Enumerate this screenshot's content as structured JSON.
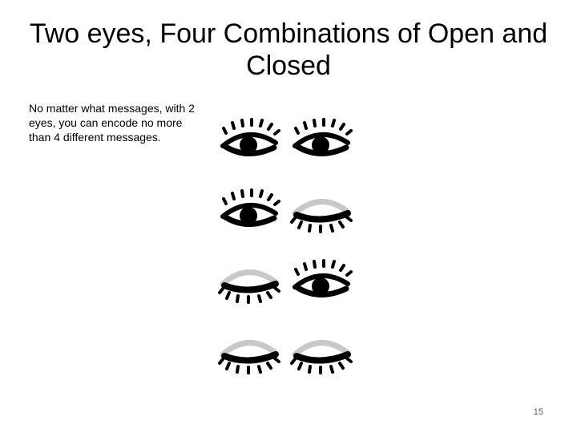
{
  "slide": {
    "title": "Two eyes, Four Combinations of Open and Closed",
    "body": "No matter what messages, with 2 eyes, you can encode no more than 4 different messages.",
    "page_number": "15"
  },
  "eye_combinations": [
    {
      "left": "open",
      "right": "open"
    },
    {
      "left": "open",
      "right": "closed"
    },
    {
      "left": "closed",
      "right": "open"
    },
    {
      "left": "closed",
      "right": "closed"
    }
  ],
  "colors": {
    "ink": "#000000",
    "closed_lid": "#c8c8c8",
    "page_number": "#595959"
  },
  "icons": {
    "open": "open-eye-icon",
    "closed": "closed-eye-icon"
  }
}
